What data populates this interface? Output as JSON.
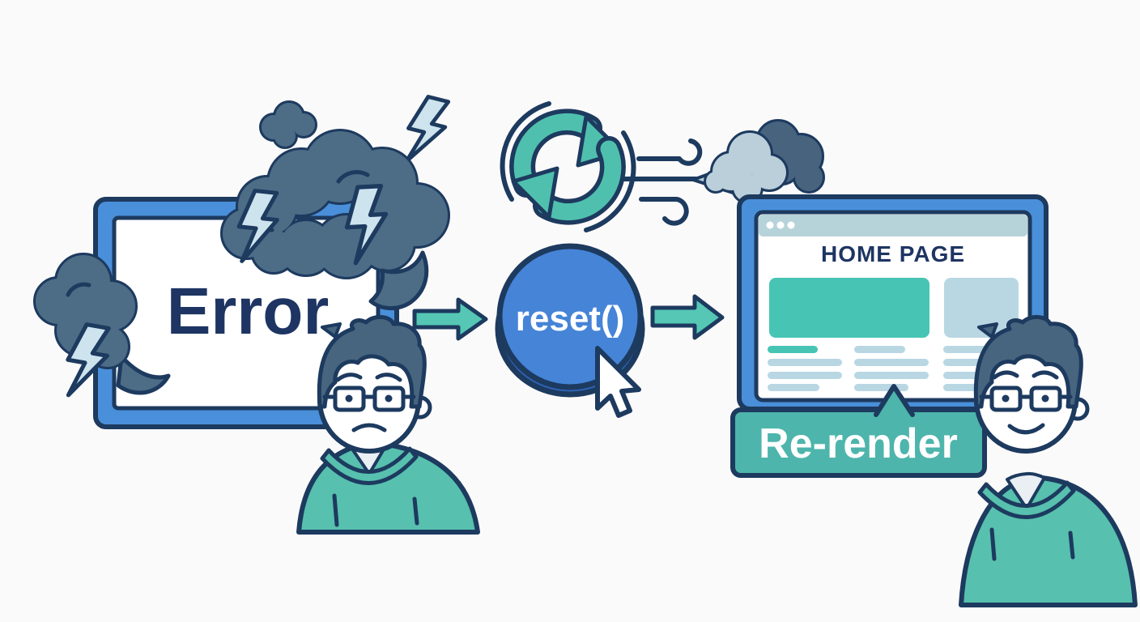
{
  "illustration": {
    "error_screen": {
      "label": "Error"
    },
    "reset_button": {
      "label": "reset()"
    },
    "browser_window": {
      "title": "HOME PAGE",
      "window_dots": 3
    },
    "rerender_banner": {
      "label": "Re-render"
    },
    "icons": [
      "storm-cloud-icon",
      "lightning-bolt-icon",
      "refresh-arrows-icon",
      "wind-smoke-icon",
      "arrow-right-icon",
      "mouse-cursor-icon",
      "window-dots-icon",
      "sad-developer",
      "happy-developer"
    ],
    "colors": {
      "background": "#fbfafa",
      "outline_navy": "#1d3a5f",
      "text_navy": "#1e3563",
      "frame_blue": "#4a8fd9",
      "button_blue": "#4584d7",
      "button_blue_dark": "#2e63b4",
      "teal_accent": "#4fc0ae",
      "teal_block": "#48c4b4",
      "banner_teal": "#4db5ac",
      "hoodie_teal": "#57c0ae",
      "light_blue": "#b9d7e3",
      "titlebar_blue": "#b7d3da",
      "cloud_slate": "#4d6c86",
      "smoke_dark": "#47637e",
      "smoke_light": "#bacfd9",
      "lightning_blue": "#cde3ee",
      "white": "#ffffff"
    }
  }
}
